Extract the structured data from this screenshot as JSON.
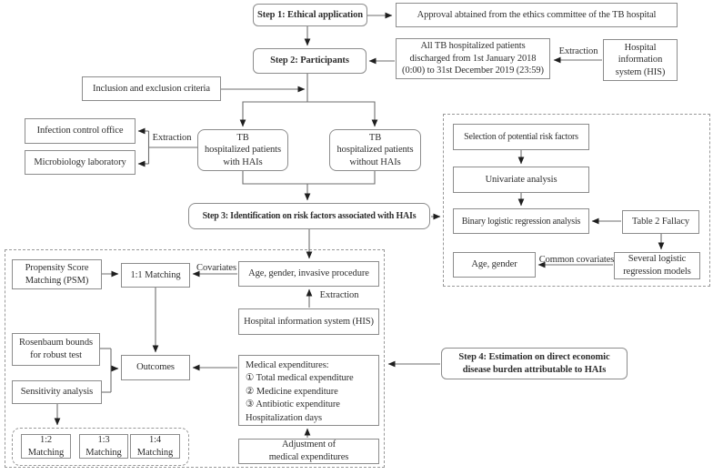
{
  "colors": {
    "background": "#ffffff",
    "box_border": "#8c8c8c",
    "panel_border": "#999999",
    "line": "#6e6e6e",
    "arrowhead": "#1f1f1f",
    "text": "#2e2e2e"
  },
  "flow": {
    "step1": {
      "label": "Step 1: Ethical application"
    },
    "approval": {
      "label": "Approval abtained from the ethics committee of the TB hospital"
    },
    "step2": {
      "label": "Step 2: Participants"
    },
    "all_tb": {
      "lines": [
        "All TB hospitalized patients",
        "discharged from 1st January 2018",
        "(0:00) to 31st December 2019 (23:59)"
      ]
    },
    "his_top": {
      "lines": [
        "Hospital",
        "information",
        "system (HIS)"
      ]
    },
    "extraction_top": "Extraction",
    "inclusion": {
      "label": "Inclusion and exclusion criteria"
    },
    "infection_office": {
      "label": "Infection control office"
    },
    "micro_lab": {
      "label": "Microbiology laboratory"
    },
    "extraction_left": "Extraction",
    "tb_with": {
      "lines": [
        "TB",
        "hospitalized patients",
        "with HAIs"
      ]
    },
    "tb_without": {
      "lines": [
        "TB",
        "hospitalized patients",
        "without HAIs"
      ]
    },
    "step3": {
      "label": "Step 3: Identification on risk factors associated with HAIs"
    },
    "risk_panel": {
      "selection": {
        "label": "Selection of potential risk factors"
      },
      "univariate": {
        "label": "Univariate analysis"
      },
      "binary": {
        "label": "Binary logistic regression analysis"
      },
      "table2": {
        "label": "Table 2 Fallacy"
      },
      "several": {
        "lines": [
          "Several logistic",
          "regression models"
        ]
      },
      "age_gender": {
        "label": "Age, gender"
      },
      "common_covariates": "Common covariates"
    },
    "psm_panel": {
      "psm": {
        "lines": [
          "Propensity Score",
          "Matching (PSM)"
        ]
      },
      "matching11": {
        "label": "1:1 Matching"
      },
      "covariates": "Covariates",
      "age_invasive": {
        "label": "Age, gender, invasive procedure"
      },
      "extraction_mid": "Extraction",
      "his_bottom": {
        "label": "Hospital information system (HIS)"
      },
      "rosenbaum": {
        "lines": [
          "Rosenbaum bounds",
          "for robust test"
        ]
      },
      "outcomes": {
        "label": "Outcomes"
      },
      "sensitivity": {
        "label": "Sensitivity analysis"
      },
      "medical": {
        "lines": [
          "Medical expenditures:",
          "① Total medical expenditure",
          "② Medicine expenditure",
          "③ Antibiotic expenditure",
          "Hospitalization days"
        ]
      },
      "adjustment": {
        "lines": [
          "Adjustment of",
          "medical expenditures"
        ]
      },
      "m12": {
        "lines": [
          "1:2",
          "Matching"
        ]
      },
      "m13": {
        "lines": [
          "1:3",
          "Matching"
        ]
      },
      "m14": {
        "lines": [
          "1:4",
          "Matching"
        ]
      }
    },
    "step4": {
      "lines": [
        "Step 4: Estimation on direct economic",
        "disease burden attributable to HAIs"
      ]
    }
  }
}
